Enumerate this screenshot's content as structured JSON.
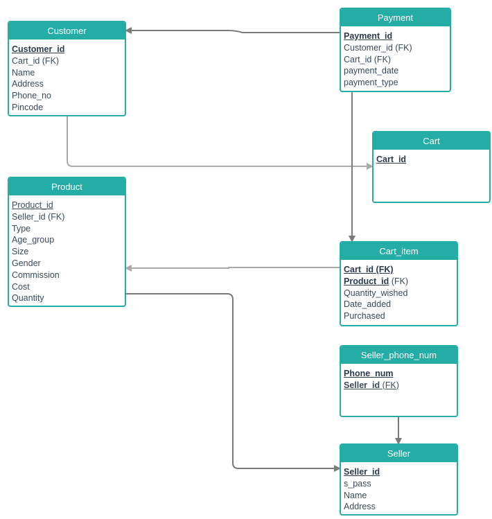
{
  "entities": {
    "customer": {
      "title": "Customer",
      "attrs": [
        "Customer_id",
        "Cart_id (FK)",
        "Name",
        "Address",
        "Phone_no",
        "Pincode"
      ]
    },
    "payment": {
      "title": "Payment",
      "attrs": [
        "Payment_id",
        "Customer_id (FK)",
        "Cart_id (FK)",
        "payment_date",
        "payment_type"
      ]
    },
    "cart": {
      "title": "Cart",
      "attrs": [
        "Cart_id"
      ]
    },
    "product": {
      "title": "Product",
      "attrs": [
        "Product_id",
        "Seller_id (FK)",
        "Type",
        "Age_group",
        "Size",
        "Gender",
        "Commission",
        "Cost",
        "Quantity"
      ]
    },
    "cart_item": {
      "title": "Cart_item",
      "attrs": [
        "Cart_id (FK)",
        "Product_id",
        "(FK)",
        "Quantity_wished",
        "Date_added",
        "Purchased"
      ]
    },
    "seller_phone_num": {
      "title": "Seller_phone_num",
      "attrs": [
        "Phone_num",
        "Seller_id",
        "(FK)"
      ]
    },
    "seller": {
      "title": "Seller",
      "attrs": [
        "Seller_id",
        "s_pass",
        "Name",
        "Address"
      ]
    }
  },
  "colors": {
    "header": "#23ada5",
    "connector_dark": "#7a7a7a",
    "connector_light": "#a9a9a9"
  }
}
